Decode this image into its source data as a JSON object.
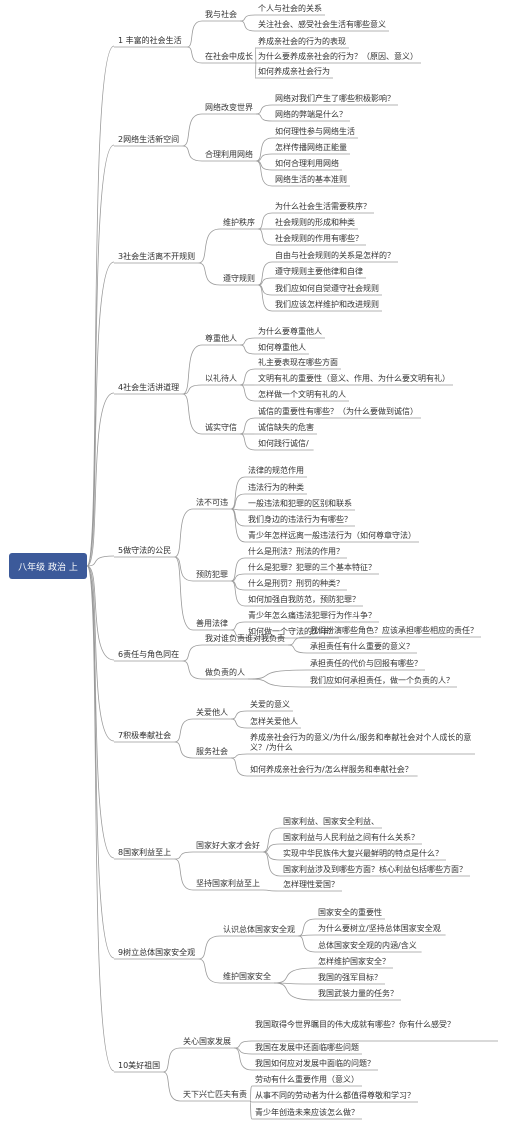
{
  "root": "八年级 政治 上",
  "colors": {
    "root_bg": "#3c5a9a",
    "line": "#9a9a9a",
    "text": "#333333"
  },
  "chapters": [
    {
      "name": "1 丰富的社会生活",
      "sections": [
        {
          "name": "我与社会",
          "items": [
            "个人与社会的关系",
            "关注社会、感受社会生活有哪些意义"
          ]
        },
        {
          "name": "在社会中成长",
          "items": [
            "养成亲社会的行为的表现",
            "为什么要养成亲社会的行为？（原因、意义）",
            "如何养成亲社会行为"
          ]
        }
      ]
    },
    {
      "name": "2网络生活新空间",
      "sections": [
        {
          "name": "网络改变世界",
          "items": [
            "网络对我们产生了哪些积极影响？",
            "网络的弊端是什么？"
          ]
        },
        {
          "name": "合理利用网络",
          "items": [
            "如何理性参与网络生活",
            "怎样传播网络正能量",
            "如何合理利用网络",
            "网络生活的基本准则"
          ]
        }
      ]
    },
    {
      "name": "3社会生活离不开规则",
      "sections": [
        {
          "name": "维护秩序",
          "items": [
            "为什么社会生活需要秩序？",
            "社会规则的形成和种类",
            "社会规则的作用有哪些？"
          ]
        },
        {
          "name": "遵守规则",
          "items": [
            "自由与社会规则的关系是怎样的？",
            "遵守规则主要他律和自律",
            "我们应如何自觉遵守社会规则",
            "我们应该怎样维护和改进规则"
          ]
        }
      ]
    },
    {
      "name": "4社会生活讲道理",
      "sections": [
        {
          "name": "尊重他人",
          "items": [
            "为什么要尊重他人",
            "如何尊重他人"
          ]
        },
        {
          "name": "以礼待人",
          "items": [
            "礼主要表现在哪些方面",
            "文明有礼的重要性（意义、作用、为什么要文明有礼）",
            "怎样做一个文明有礼的人"
          ]
        },
        {
          "name": "诚实守信",
          "items": [
            "诚信的重要性有哪些？（为什么要做到诚信）",
            "诚信缺失的危害",
            "如何践行诚信/"
          ]
        }
      ]
    },
    {
      "name": "5做守法的公民",
      "sections": [
        {
          "name": "法不可违",
          "items": [
            "法律的规范作用",
            "违法行为的种类",
            "一般违法和犯罪的区别和联系",
            "我们身边的违法行为有哪些？",
            "青少年怎样远离一般违法行为（如何尊章守法）"
          ]
        },
        {
          "name": "预防犯罪",
          "items": [
            "什么是刑法？刑法的作用？",
            "什么是犯罪？犯罪的三个基本特征？",
            "什么是刑罚？刑罚的种类？",
            "如何加强自我防范，预防犯罪？"
          ]
        },
        {
          "name": "善用法律",
          "items": [
            "青少年怎么痛违法犯罪行为作斗争？",
            "如何做一个守法的少年？"
          ]
        }
      ]
    },
    {
      "name": "6责任与角色同在",
      "sections": [
        {
          "name": "我对谁负责谁对我负责",
          "items": [
            "我们扮演哪些角色？应该承担哪些相应的责任？",
            "承担责任有什么重要的意义？"
          ]
        },
        {
          "name": "做负责的人",
          "items": [
            "承担责任的代价与回报有哪些？",
            "我们应如何承担责任，做一个负责的人？"
          ]
        }
      ]
    },
    {
      "name": "7积极奉献社会",
      "sections": [
        {
          "name": "关爱他人",
          "items": [
            "关爱的意义",
            "怎样关爱他人"
          ]
        },
        {
          "name": "服务社会",
          "items": [
            "养成亲社会行为的意义/为什么/服务和奉献社会对个人成长的意义？/为什么",
            "如何养成亲社会行为/怎么样服务和奉献社会？"
          ]
        }
      ]
    },
    {
      "name": "8国家利益至上",
      "sections": [
        {
          "name": "国家好大家才会好",
          "items": [
            "国家利益、国家安全利益、",
            "国家利益与人民利益之间有什么关系？",
            "实现中华民族伟大复兴最鲜明的特点是什么？",
            "国家利益涉及到哪些方面？核心利益包括哪些方面？"
          ]
        },
        {
          "name": "坚持国家利益至上",
          "items": [
            "怎样理性爱国？"
          ]
        }
      ]
    },
    {
      "name": "9树立总体国家安全观",
      "sections": [
        {
          "name": "认识总体国家安全观",
          "items": [
            "国家安全的重要性",
            "为什么要树立/坚持总体国家安全观",
            "总体国家安全观的内涵/含义"
          ]
        },
        {
          "name": "维护国家安全",
          "items": [
            "怎样维护国家安全？",
            "我国的强军目标？",
            "我国武装力量的任务？"
          ]
        }
      ]
    },
    {
      "name": "10美好祖国",
      "sections": [
        {
          "name": "关心国家发展",
          "items": [
            "我国取得今世界瞩目的伟大成就有哪些？你有什么感受？",
            "我国在发展中还面临哪些问题",
            "我国如何应对发展中面临的问题？"
          ]
        },
        {
          "name": "天下兴亡匹夫有责",
          "items": [
            "劳动有什么重要作用（意义）",
            "从事不同的劳动者为什么都值得尊敬和学习？",
            "青少年创造未来应该怎么做？"
          ]
        }
      ]
    }
  ]
}
